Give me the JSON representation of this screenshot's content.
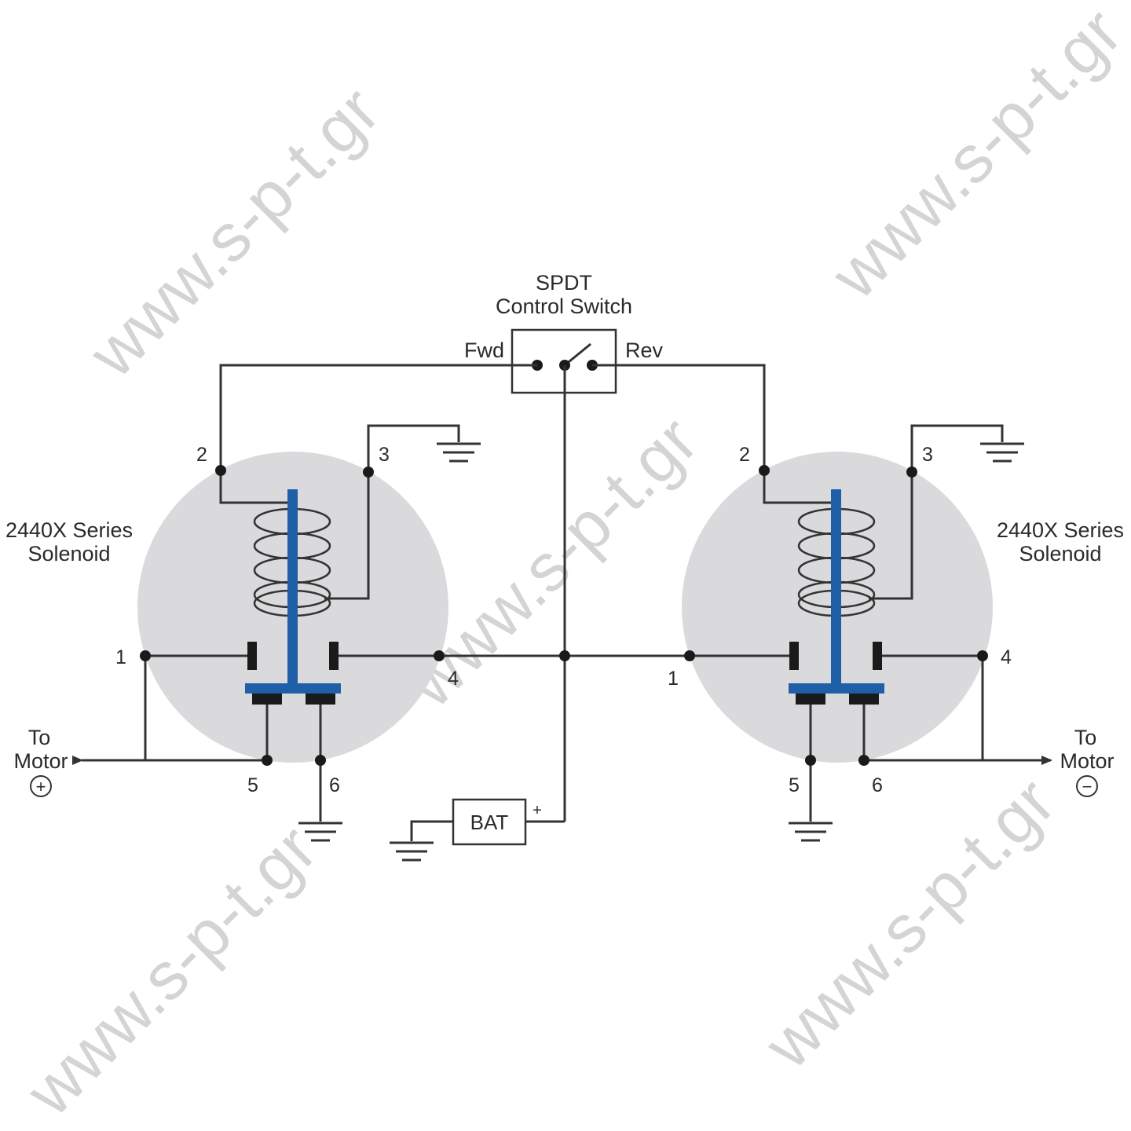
{
  "watermark": "www.s-p-t.gr",
  "colors": {
    "plunger": "#1f5fa8",
    "solenoid_body": "#dadadd",
    "wire": "#333333"
  },
  "switch": {
    "title_line1": "SPDT",
    "title_line2": "Control Switch",
    "fwd": "Fwd",
    "rev": "Rev"
  },
  "battery": {
    "label": "BAT",
    "plus": "+"
  },
  "left_solenoid": {
    "title_line1": "2440X Series",
    "title_line2": "Solenoid",
    "terminals": {
      "t1": "1",
      "t2": "2",
      "t3": "3",
      "t4": "4",
      "t5": "5",
      "t6": "6"
    }
  },
  "right_solenoid": {
    "title_line1": "2440X Series",
    "title_line2": "Solenoid",
    "terminals": {
      "t1": "1",
      "t2": "2",
      "t3": "3",
      "t4": "4",
      "t5": "5",
      "t6": "6"
    }
  },
  "motor_left": {
    "line1": "To",
    "line2": "Motor",
    "polarity": "+"
  },
  "motor_right": {
    "line1": "To",
    "line2": "Motor",
    "polarity": "−"
  }
}
